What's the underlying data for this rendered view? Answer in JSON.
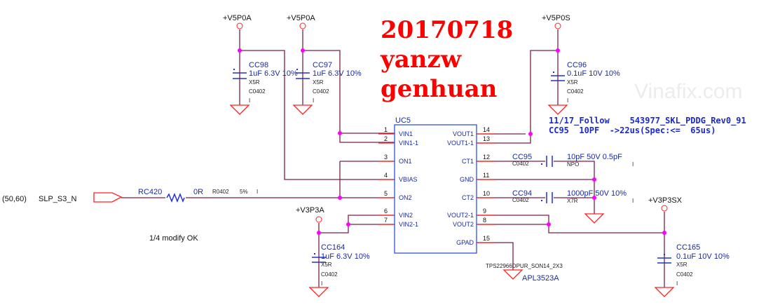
{
  "stamp": {
    "date": "20170718",
    "line2": "yanzw",
    "line3": "genhuan"
  },
  "watermark": "Vinafix.com",
  "note": {
    "line1": "11/17_Follow    543977_SKL_PDDG_Rev0_91",
    "line2": "CC95  10PF  ->22us(Spec:<=  65us)"
  },
  "modify_note": "1/4  modify  OK",
  "rails": {
    "v5p0a_1": "+V5P0A",
    "v5p0a_2": "+V5P0A",
    "v5p0s": "+V5P0S",
    "v3p3a": "+V3P3A",
    "v3p3sx": "+V3P3SX"
  },
  "caps": {
    "cc98": {
      "ref": "CC98",
      "value": "1uF 6.3V 10%",
      "dielectric": "X5R",
      "package": "C0402",
      "flag": "I"
    },
    "cc97": {
      "ref": "CC97",
      "value": "1uF 6.3V 10%",
      "dielectric": "X5R",
      "package": "C0402",
      "flag": "I"
    },
    "cc96": {
      "ref": "CC96",
      "value": "0.1uF 10V 10%",
      "dielectric": "X5R",
      "package": "C0402",
      "flag": "I"
    },
    "cc164": {
      "ref": "CC164",
      "value": "1uF 6.3V 10%",
      "dielectric": "X5R",
      "package": "C0402",
      "flag": "I"
    },
    "cc165": {
      "ref": "CC165",
      "value": "0.1uF 10V 10%",
      "dielectric": "X5R",
      "package": "C0402",
      "flag": "I"
    },
    "cc95": {
      "ref": "CC95",
      "value": "10pF 50V 0.5pF",
      "dielectric": "NPO",
      "package": "C0402",
      "flag": "I"
    },
    "cc94": {
      "ref": "CC94",
      "value": "1000pF 50V 10%",
      "dielectric": "X7R",
      "package": "C0402",
      "flag": "I"
    }
  },
  "resistor": {
    "ref": "RC420",
    "value": "0R",
    "package": "R0402",
    "tol": "5%",
    "flag": "I"
  },
  "port": {
    "coord": "(50,60)",
    "name": "SLP_S3_N"
  },
  "ic": {
    "ref": "UC5",
    "part": "TPS22966DPUR_SON14_2X3",
    "alt": "APL3523A",
    "left_pins": [
      {
        "n": "1",
        "name": "VIN1"
      },
      {
        "n": "2",
        "name": "VIN1-1"
      },
      {
        "n": "3",
        "name": "ON1"
      },
      {
        "n": "4",
        "name": "VBIAS"
      },
      {
        "n": "5",
        "name": "ON2"
      },
      {
        "n": "6",
        "name": "VIN2"
      },
      {
        "n": "7",
        "name": "VIN2-1"
      }
    ],
    "right_pins": [
      {
        "n": "14",
        "name": "VOUT1"
      },
      {
        "n": "13",
        "name": "VOUT1-1"
      },
      {
        "n": "12",
        "name": "CT1"
      },
      {
        "n": "11",
        "name": "GND"
      },
      {
        "n": "10",
        "name": "CT2"
      },
      {
        "n": "9",
        "name": "VOUT2-1"
      },
      {
        "n": "8",
        "name": "VOUT2"
      },
      {
        "n": "15",
        "name": "GPAD"
      }
    ]
  }
}
